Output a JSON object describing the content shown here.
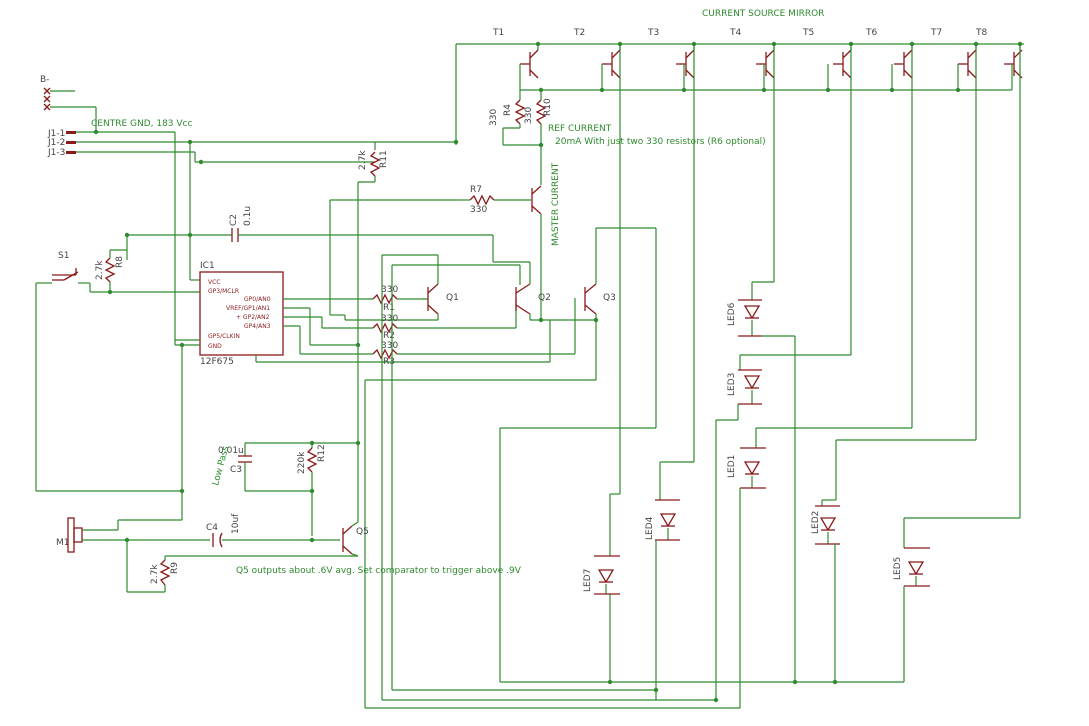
{
  "notes": {
    "title": "CURRENT SOURCE MIRROR",
    "centre_gnd": "CENTRE GND, 183 Vcc",
    "ref_current": "REF CURRENT",
    "ref_note": "20mA With just two 330 resistors (R6 optional)",
    "master_current": "MASTER CURRENT",
    "low_pass": "Low Pass",
    "q5_note": "Q5 outputs about .6V avg. Set comparator to trigger above .9V"
  },
  "transistors_top": [
    "T1",
    "T2",
    "T3",
    "T4",
    "T5",
    "T6",
    "T7",
    "T8"
  ],
  "connector": {
    "b": "B-",
    "j1": "J1-1",
    "j2": "J1-2",
    "j3": "J1-3"
  },
  "switch": "S1",
  "mic": "M1",
  "ic": {
    "ref": "IC1",
    "part": "12F675",
    "pins_left": [
      "VCC",
      "GP3/MCLR",
      "GP5/CLKIN",
      "GND"
    ],
    "pins_right": [
      "GP0/AN0",
      "VREF/GP1/AN1",
      "+ GP2/AN2",
      "GP4/AN3"
    ]
  },
  "resistors": {
    "r1": {
      "name": "R1",
      "value": "330"
    },
    "r2": {
      "name": "R2",
      "value": "330"
    },
    "r3": {
      "name": "R3",
      "value": "330"
    },
    "r4": {
      "name": "R4",
      "value": "330"
    },
    "r7": {
      "name": "R7",
      "value": "330"
    },
    "r8": {
      "name": "R8",
      "value": "2.7k"
    },
    "r9": {
      "name": "R9",
      "value": "2.7k"
    },
    "r10": {
      "name": "R10",
      "value": "330"
    },
    "r11": {
      "name": "R11",
      "value": "2.7k"
    },
    "r12": {
      "name": "R12",
      "value": "220k"
    }
  },
  "capacitors": {
    "c2": {
      "name": "C2",
      "value": "0.1u"
    },
    "c3": {
      "name": "C3",
      "value": "0.01u"
    },
    "c4": {
      "name": "C4",
      "value": "10uf"
    }
  },
  "transistors_mid": [
    "Q1",
    "Q2",
    "Q3"
  ],
  "q5": "Q5",
  "leds": [
    "LED1",
    "LED2",
    "LED3",
    "LED4",
    "LED5",
    "LED6",
    "LED7"
  ]
}
